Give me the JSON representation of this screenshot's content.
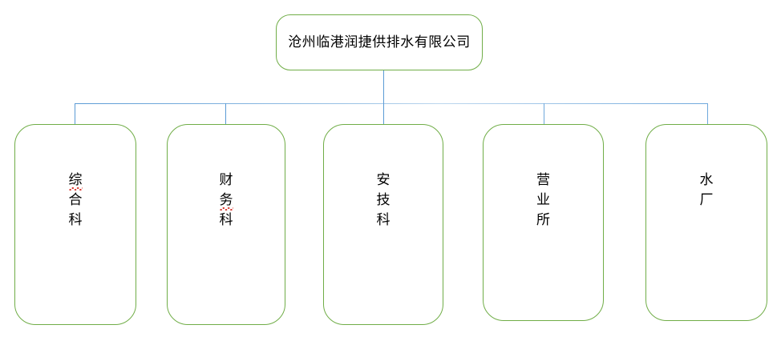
{
  "diagram": {
    "type": "organization-chart",
    "orientation": "top-down",
    "root": {
      "label": "沧州临港润捷供排水有限公司",
      "text_direction": "horizontal"
    },
    "children": [
      {
        "label": "综合科",
        "chars": [
          "综",
          "合",
          "科"
        ],
        "misspelled_chars": [
          0
        ],
        "text_direction": "vertical"
      },
      {
        "label": "财务科",
        "chars": [
          "财",
          "务",
          "科"
        ],
        "misspelled_chars": [
          1
        ],
        "text_direction": "vertical"
      },
      {
        "label": "安技科",
        "chars": [
          "安",
          "技",
          "科"
        ],
        "misspelled_chars": [],
        "text_direction": "vertical"
      },
      {
        "label": "营业所",
        "chars": [
          "营",
          "业",
          "所"
        ],
        "misspelled_chars": [],
        "text_direction": "vertical"
      },
      {
        "label": "水厂",
        "chars": [
          "水",
          "厂"
        ],
        "misspelled_chars": [],
        "text_direction": "vertical"
      }
    ],
    "colors": {
      "node_border": "#70AD47",
      "node_fill": "#FFFFFF",
      "connector": "#5B9BD5",
      "connector_pale": "#BDD7EE",
      "text": "#000000",
      "spellcheck_underline": "#D8332A",
      "canvas_background": "#FFFFFF"
    }
  }
}
